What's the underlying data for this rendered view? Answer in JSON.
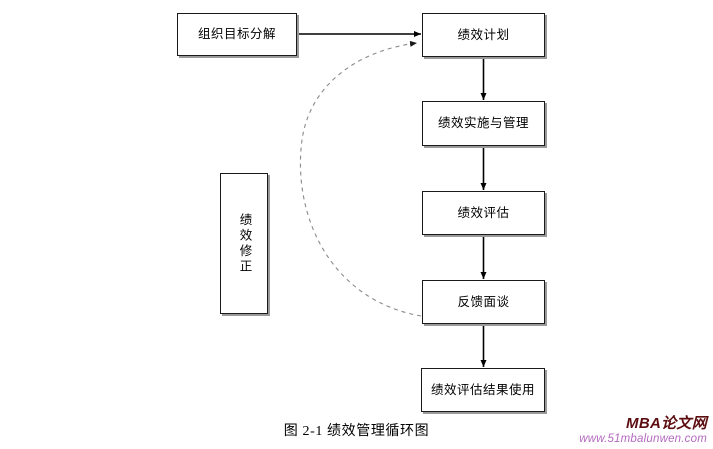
{
  "figure": {
    "caption": "图 2-1  绩效管理循环图",
    "nodes": {
      "org_goal": "组织目标分解",
      "plan": "绩效计划",
      "implementation": "绩效实施与管理",
      "assessment": "绩效评估",
      "feedback_interview": "反馈面谈",
      "result_use": "绩效评估结果使用",
      "revision": "绩效修正"
    },
    "edges": [
      {
        "from": "组织目标分解",
        "to": "绩效计划",
        "style": "solid",
        "direction": "right"
      },
      {
        "from": "绩效计划",
        "to": "绩效实施与管理",
        "style": "solid",
        "direction": "down"
      },
      {
        "from": "绩效实施与管理",
        "to": "绩效评估",
        "style": "solid",
        "direction": "down"
      },
      {
        "from": "绩效评估",
        "to": "反馈面谈",
        "style": "solid",
        "direction": "down"
      },
      {
        "from": "反馈面谈",
        "to": "绩效评估结果使用",
        "style": "solid",
        "direction": "down"
      },
      {
        "from": "反馈面谈",
        "to": "绩效计划",
        "style": "dashed",
        "direction": "curve-left-up"
      }
    ],
    "colors": {
      "box_border": "#1a1a1a",
      "box_shadow": "#9a9a9a",
      "solid_arrow": "#000000",
      "dashed_arrow": "#8a8a8a",
      "background": "#ffffff"
    }
  },
  "watermark": {
    "brand": "MBA论文网",
    "url": "www.51mbalunwen.com",
    "brand_color": "#5c0d10",
    "url_color": "#b46ac0"
  }
}
